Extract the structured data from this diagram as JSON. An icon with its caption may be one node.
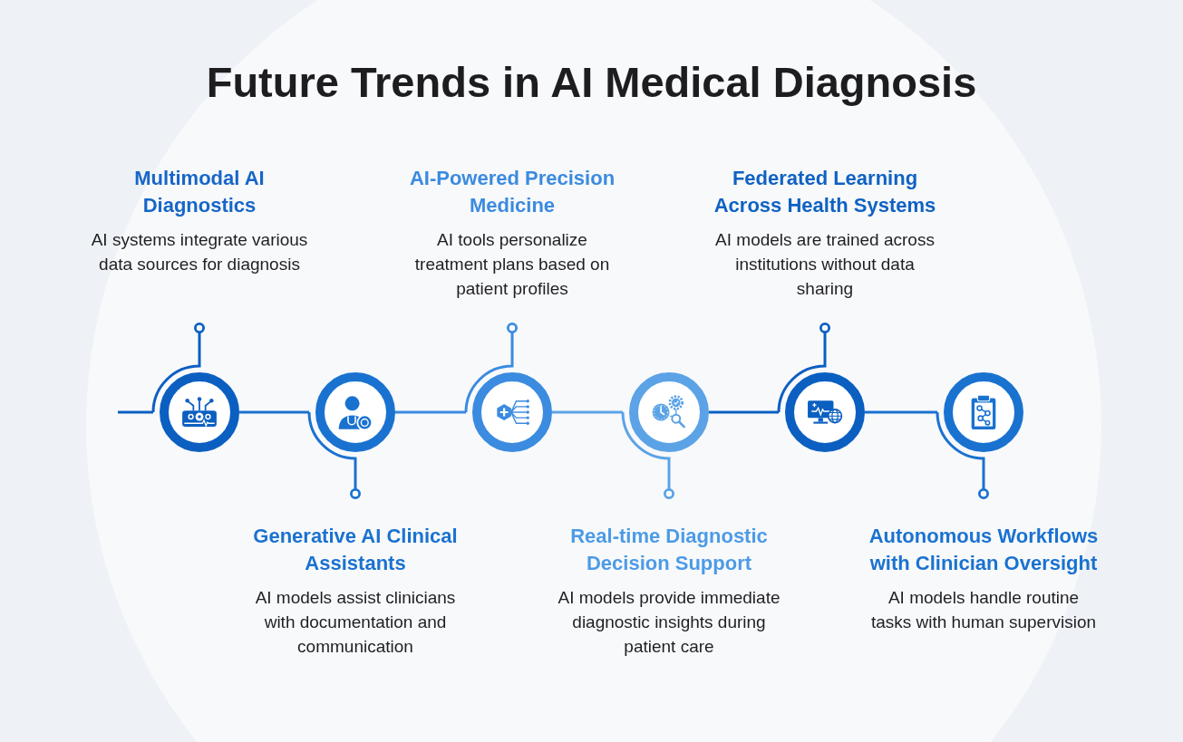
{
  "diagram": {
    "title": "Future Trends in AI Medical Diagnosis",
    "nodes": [
      {
        "text": [
          "Multimodal AI Diagnostics",
          "AI systems integrate various data sources for diagnosis"
        ]
      },
      {
        "text": [],
        "shape": "circle"
      },
      {
        "text": [
          "Generative AI Clinical Assistants",
          "AI models assist clinicians with documentation and communication"
        ]
      },
      {
        "text": [],
        "shape": "circle"
      },
      {
        "text": [
          "AI-Powered Precision Medicine",
          "AI tools personalize treatment plans based on patient profiles"
        ]
      },
      {
        "text": [],
        "shape": "circle"
      },
      {
        "text": [
          "Real-time Diagnostic Decision Support",
          "AI models provide immediate diagnostic insights during patient care"
        ]
      },
      {
        "text": [],
        "shape": "circle"
      },
      {
        "text": [
          "Federated Learning Across Health Systems",
          "AI models are trained across institutions without data sharing"
        ]
      },
      {
        "text": [],
        "shape": "circle"
      },
      {
        "text": [
          "Autonomous Workflows with Clinician Oversight",
          "AI models handle routine tasks with human supervision"
        ]
      },
      {
        "text": [],
        "shape": "circle"
      }
    ],
    "edges": [
      {
        "from": null,
        "to": 1,
        "arrow": "none"
      },
      {
        "from": 1,
        "to": 0,
        "arrow": "other"
      },
      {
        "from": 1,
        "to": 3,
        "arrow": "none",
        "color": "#1a72d0"
      },
      {
        "from": 3,
        "to": 2,
        "arrow": "other",
        "color": "#1a72d0"
      },
      {
        "from": 3,
        "to": 5,
        "arrow": "none",
        "color": "#3b8be0"
      },
      {
        "from": 5,
        "to": 4,
        "arrow": "other",
        "color": "#3b8be0"
      },
      {
        "from": 5,
        "to": 7,
        "arrow": "none",
        "color": "#5ba3e6"
      },
      {
        "from": 7,
        "to": 6,
        "arrow": "other",
        "color": "#5ba3e6"
      },
      {
        "from": 7,
        "to": 9,
        "arrow": "none"
      },
      {
        "from": 9,
        "to": 8,
        "arrow": "other"
      },
      {
        "from": 9,
        "to": 11,
        "arrow": "none",
        "color": "#1a72d0"
      },
      {
        "from": 11,
        "to": 10,
        "arrow": "other",
        "color": "#1a72d0"
      }
    ]
  }
}
